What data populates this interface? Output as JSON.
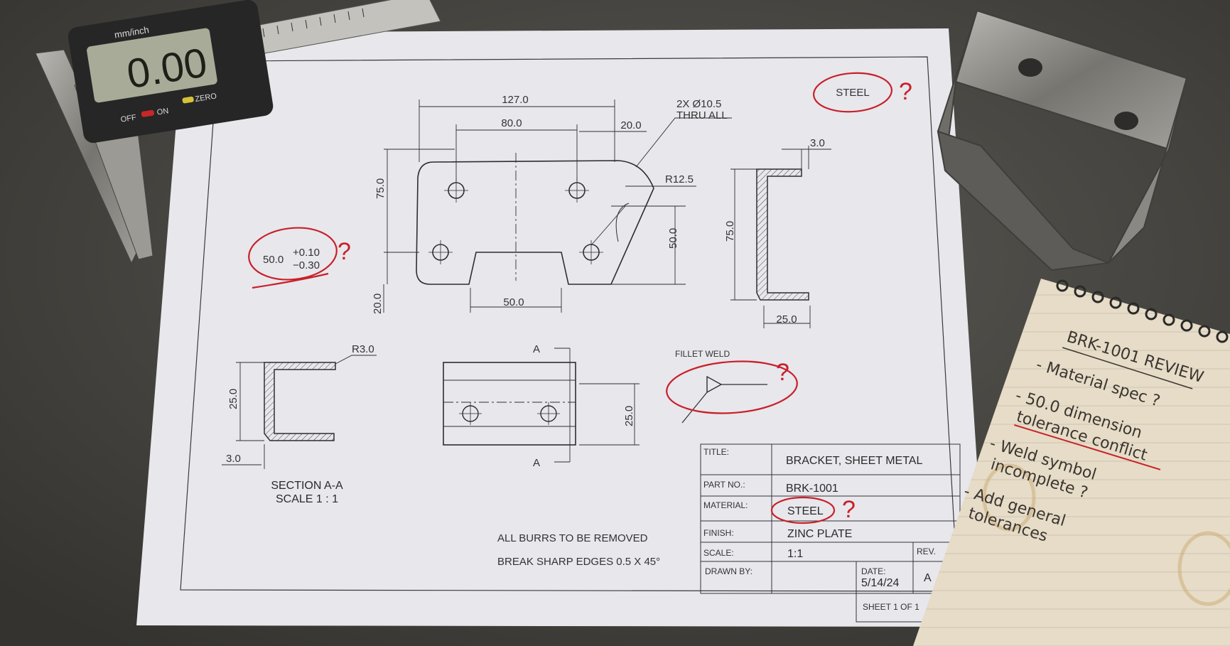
{
  "colors": {
    "table_bg": "#4a4843",
    "paper": "#e8e7ec",
    "ink": "#2e2e2e",
    "red_markup": "#c8202a",
    "notepad": "#e6dcc7",
    "steel": "#8c8a86",
    "caliper_screen": "#a8ab98"
  },
  "caliper": {
    "unit_label": "mm/inch",
    "reading": "0.00",
    "off_label": "OFF",
    "on_label": "ON",
    "zero_label": "ZERO"
  },
  "drawing": {
    "dims": {
      "overall_width": "127.0",
      "hole_spacing": "80.0",
      "edge_offset": "20.0",
      "hole_note_line1": "2X Ø10.5",
      "hole_note_line2": "THRU ALL",
      "radius_corner": "R12.5",
      "height_left": "75.0",
      "height_right": "50.0",
      "bottom_offset": "20.0",
      "notch_width": "50.0",
      "tol_nominal": "50.0",
      "tol_upper": "+0.10",
      "tol_lower": "−0.30",
      "side_thickness": "3.0",
      "side_height": "75.0",
      "side_width": "25.0",
      "section_radius": "R3.0",
      "section_height": "25.0",
      "section_thickness": "3.0",
      "section_cut_letter_top": "A",
      "section_cut_letter_bottom": "A",
      "bottom_view_height": "25.0"
    },
    "section_title": "SECTION A-A",
    "section_scale": "SCALE 1 : 1",
    "weld_label": "FILLET WELD",
    "notes": {
      "line1": "ALL BURRS TO BE REMOVED",
      "line2": "BREAK SHARP EDGES  0.5 X 45°"
    },
    "markup": {
      "steel_circle_text": "STEEL",
      "question_mark": "?"
    },
    "title_block": {
      "title_label": "TITLE:",
      "title_value": "BRACKET, SHEET METAL",
      "part_label": "PART NO.:",
      "part_value": "BRK-1001",
      "material_label": "MATERIAL:",
      "material_value": "STEEL",
      "finish_label": "FINISH:",
      "finish_value": "ZINC PLATE",
      "scale_label": "SCALE:",
      "scale_value": "1:1",
      "rev_label": "REV.",
      "rev_value": "A",
      "drawn_label": "DRAWN BY:",
      "date_label": "DATE:",
      "date_value": "5/14/24",
      "sheet": "SHEET 1 OF 1"
    }
  },
  "notepad": {
    "title": "BRK-1001 REVIEW",
    "items": [
      "- Material spec ?",
      "- 50.0 dimension",
      "tolerance conflict",
      "- Weld symbol",
      "incomplete ?",
      "- Add general",
      "tolerances"
    ]
  }
}
